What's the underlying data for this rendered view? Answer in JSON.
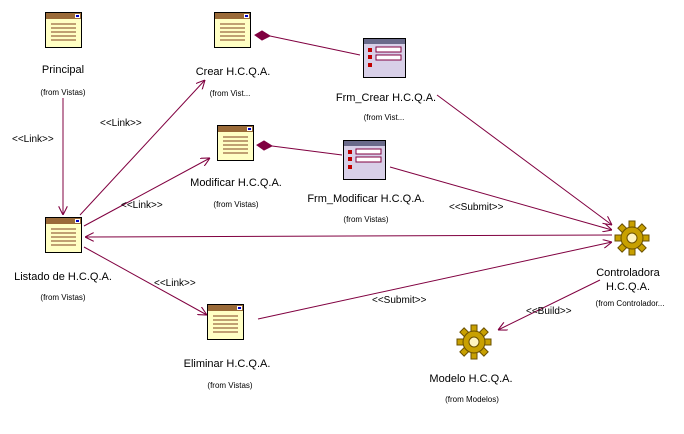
{
  "colors": {
    "line": "#800040",
    "page_icon_bg": "#ffffc4",
    "page_icon_bar": "#9a6a38",
    "gear": "#c8a000"
  },
  "nodes": {
    "principal": {
      "name": "Principal",
      "from": "(from Vistas)",
      "icon": "server-page-icon"
    },
    "crear": {
      "name": "Crear H.C.Q.A.",
      "from": "(from Vist...",
      "icon": "server-page-icon"
    },
    "modificar": {
      "name": "Modificar H.C.Q.A.",
      "from": "(from Vistas)",
      "icon": "server-page-icon"
    },
    "listado": {
      "name": "Listado de H.C.Q.A.",
      "from": "(from Vistas)",
      "icon": "server-page-icon"
    },
    "eliminar": {
      "name": "Eliminar H.C.Q.A.",
      "from": "(from Vistas)",
      "icon": "server-page-icon"
    },
    "frm_crear": {
      "name": "Frm_Crear H.C.Q.A.",
      "from": "(from Vist...",
      "icon": "html-form-icon"
    },
    "frm_modificar": {
      "name": "Frm_Modificar H.C.Q.A.",
      "from": "(from Vistas)",
      "icon": "html-form-icon"
    },
    "controladora": {
      "name_line1": "Controladora",
      "name_line2": "H.C.Q.A.",
      "from": "(from Controlador...",
      "icon": "gear-icon"
    },
    "modelo": {
      "name": "Modelo H.C.Q.A.",
      "from": "(from Modelos)",
      "icon": "gear-icon"
    }
  },
  "stereotypes": {
    "link_principal_listado": "<<Link>>",
    "link_listado_crear": "<<Link>>",
    "link_listado_modificar": "<<Link>>",
    "link_listado_eliminar": "<<Link>>",
    "submit_frm_modificar": "<<Submit>>",
    "submit_eliminar": "<<Submit>>",
    "build_controladora_modelo": "<<Build>>"
  }
}
